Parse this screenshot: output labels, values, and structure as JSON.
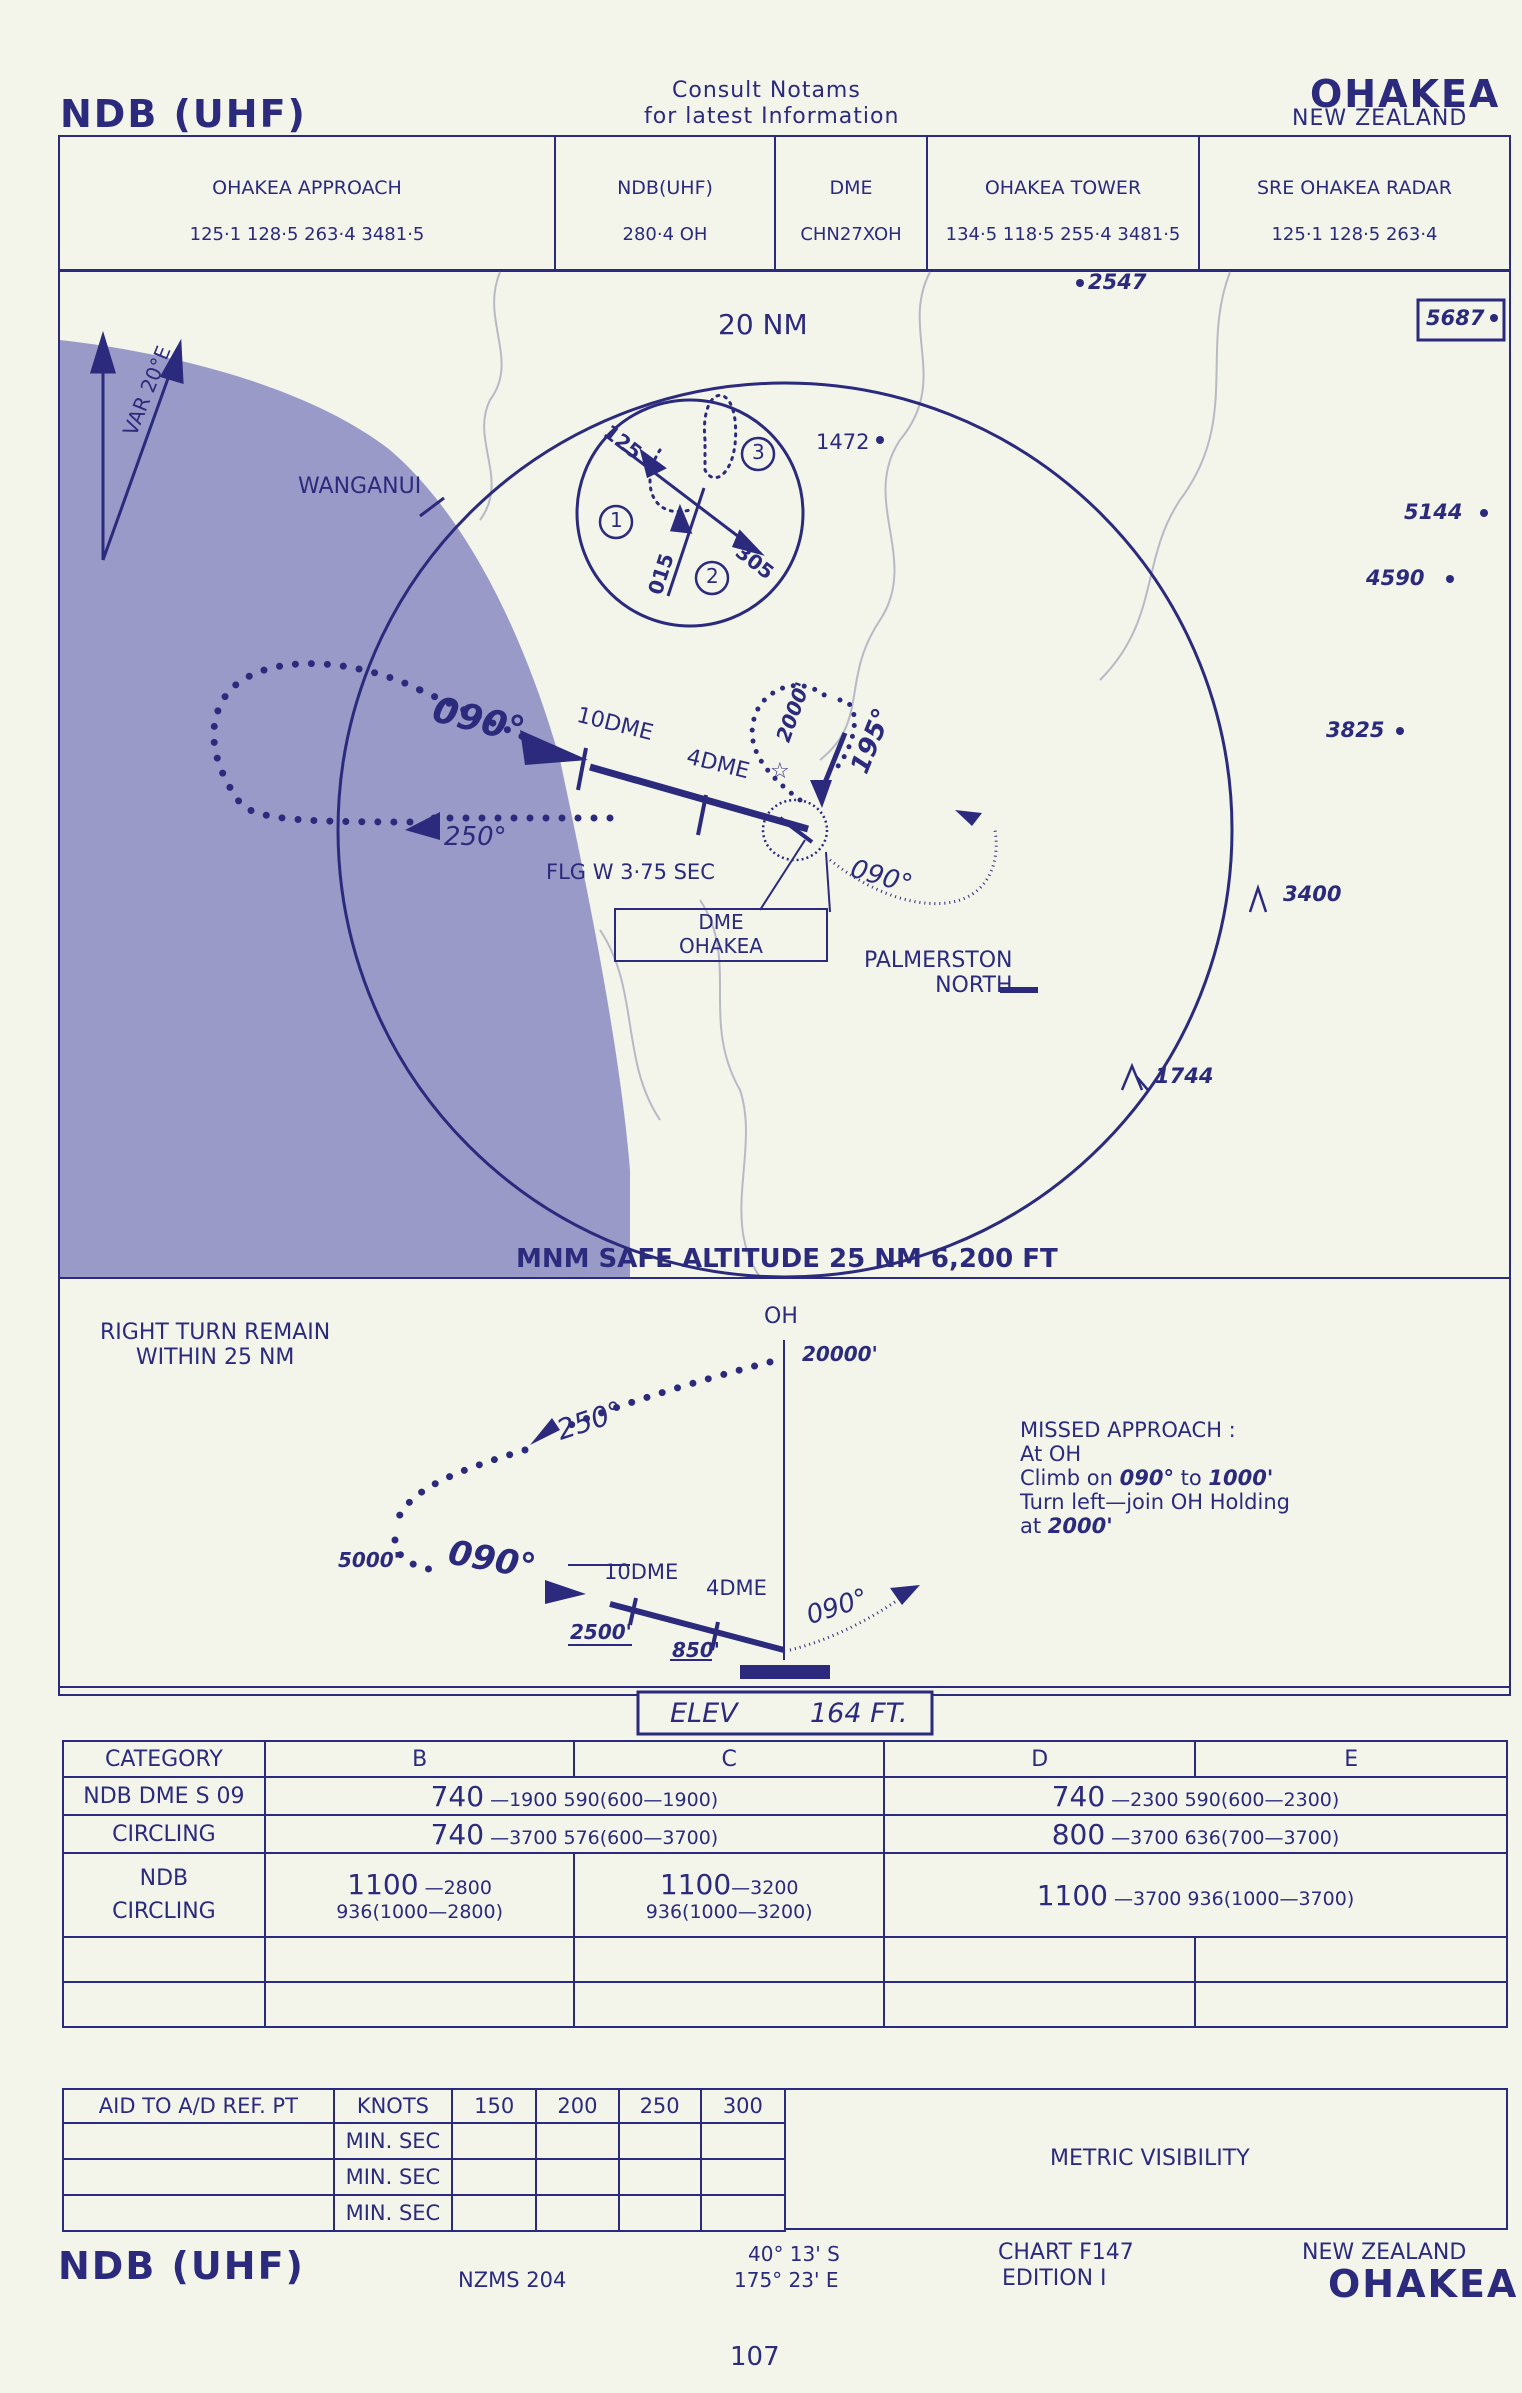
{
  "header": {
    "left_title": "NDB (UHF)",
    "consult_line1": "Consult Notams",
    "consult_line2": "for latest Information",
    "right_title": "OHAKEA",
    "right_subtitle": "NEW ZEALAND"
  },
  "frequencies": [
    {
      "title": "OHAKEA APPROACH",
      "value": "125·1   128·5   263·4   3481·5"
    },
    {
      "title": "NDB(UHF)",
      "value": "280·4   OH"
    },
    {
      "title": "DME",
      "value": "CHN27XOH"
    },
    {
      "title": "OHAKEA     TOWER",
      "value": "134·5   118·5   255·4   3481·5"
    },
    {
      "title": "SRE   OHAKEA RADAR",
      "value": "125·1   128·5   263·4"
    }
  ],
  "plan": {
    "spot_2547": "2547",
    "spot_5687": "5687",
    "ring_label": "20 NM",
    "spot_1472": "1472",
    "var_label": "VAR 20°E",
    "wanganui": "WANGANUI",
    "spot_5144": "5144",
    "spot_4590": "4590",
    "spot_3825": "3825",
    "spot_3400": "3400",
    "spot_1744": "1744",
    "hold_125": "125",
    "hold_305": "305",
    "hold_015": "015",
    "hold_n1": "1",
    "hold_n2": "2",
    "hold_n3": "3",
    "inbound_course": "090°",
    "outbound_course": "250°",
    "dme10": "10DME",
    "dme4": "4DME",
    "alt_2000": "2000'",
    "course_195": "195°",
    "missed_course": "090°",
    "light": "FLG  W  3·75 SEC",
    "dme_box_line1": "DME",
    "dme_box_line2": "OHAKEA",
    "palmerston_line1": "PALMERSTON",
    "palmerston_line2": "NORTH",
    "msa": "MNM SAFE ALTITUDE 25 NM  6,200 FT"
  },
  "profile": {
    "remain_line1": "RIGHT TURN   REMAIN",
    "remain_line2": "WITHIN 25 NM",
    "oh": "OH",
    "alt_20000": "20000'",
    "outbound": "250°",
    "alt_5000": "5000'",
    "inbound": "090°",
    "dme10": "10DME",
    "dme4": "4DME",
    "alt_2500": "2500'",
    "alt_850": "850'",
    "missed": "090°",
    "ma_title": "MISSED APPROACH :",
    "ma_line1": "At OH",
    "ma_line2_a": "Climb on ",
    "ma_line2_b": "090°",
    "ma_line2_c": " to ",
    "ma_line2_d": "1000'",
    "ma_line3": "Turn left—join  OH Holding",
    "ma_line4_a": "at ",
    "ma_line4_b": "2000'",
    "elev_label": "ELEV",
    "elev_value": "164 FT."
  },
  "minima": {
    "headers": [
      "CATEGORY",
      "B",
      "C",
      "D",
      "E"
    ],
    "row1": {
      "label": "NDB DME  S 09",
      "bc_big": "740",
      "bc_small": " —1900  590(600—1900)",
      "de_big": "740",
      "de_small": " —2300  590(600—2300)"
    },
    "row2": {
      "label": "CIRCLING",
      "bc_big": "740",
      "bc_small": " —3700  576(600—3700)",
      "de_big": "800",
      "de_small": " —3700  636(700—3700)"
    },
    "row3": {
      "label1": "NDB",
      "label2": "CIRCLING",
      "b_big": "1100",
      "b_small": " —2800",
      "b_line2": "936(1000—2800)",
      "c_big": "1100",
      "c_small": "—3200",
      "c_line2": "936(1000—3200)",
      "de_big": "1100",
      "de_small": " —3700  936(1000—3700)"
    }
  },
  "timing": {
    "aid_label": "AID TO A/D REF. PT",
    "knots": "KNOTS",
    "speeds": [
      "150",
      "200",
      "250",
      "300"
    ],
    "min_sec": [
      "MIN. SEC",
      "MIN. SEC",
      "MIN. SEC"
    ],
    "metric": "METRIC VISIBILITY"
  },
  "footer": {
    "left_title": "NDB (UHF)",
    "nzms": "NZMS 204",
    "lat": "40° 13' S",
    "lon": "175° 23' E",
    "chart": "CHART F147",
    "edition": "EDITION I",
    "country": "NEW  ZEALAND",
    "right_title": "OHAKEA",
    "page": "107"
  },
  "colors": {
    "ink": "#2b2a7d",
    "paper": "#f3f4ea",
    "sea": "#9a9ac8",
    "terrain": "#c9cad0"
  }
}
